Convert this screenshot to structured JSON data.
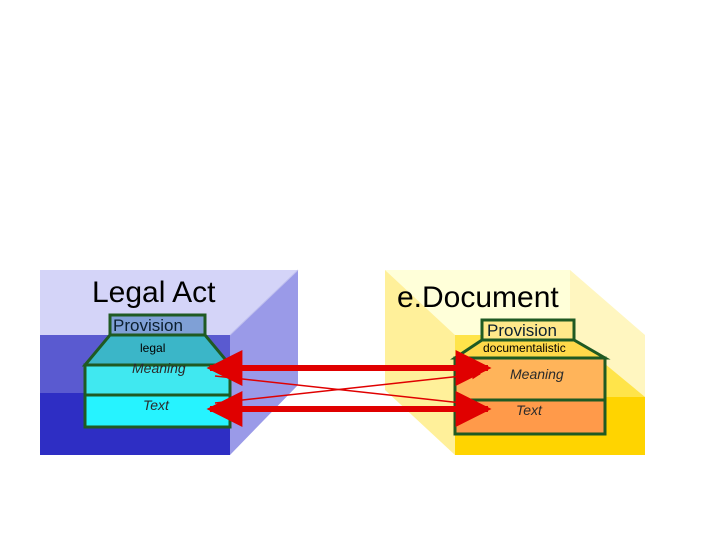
{
  "left_block": {
    "title": "Legal Act",
    "provision": "Provision",
    "qualifier": "legal",
    "meaning": "Meaning",
    "text": "Text",
    "colors": {
      "top": "#d4d4f8",
      "upper": "#5a5ad0",
      "lower": "#2e2ec4",
      "side": "#9494e6",
      "inner_meaning": "#40e8f0",
      "inner_text": "#26f3ff"
    }
  },
  "right_block": {
    "title": "e.Document",
    "provision": "Provision",
    "qualifier": "documentalistic",
    "meaning": "Meaning",
    "text": "Text",
    "colors": {
      "top": "#ffffd9",
      "upper": "#ffe44a",
      "lower": "#ffd400",
      "side": "#fff09a",
      "inner_meaning": "#ffb45a",
      "inner_text": "#ff9a4a"
    }
  },
  "colors": {
    "outline": "#1f5a23",
    "arrow": "#e00000"
  }
}
